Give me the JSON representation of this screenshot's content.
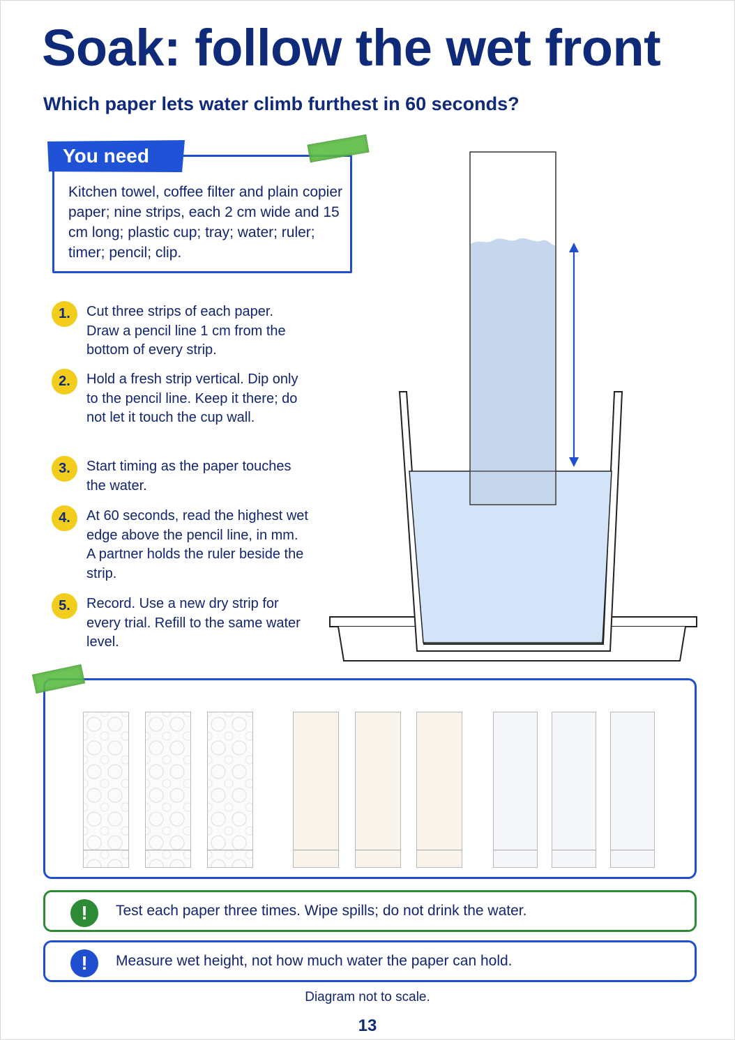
{
  "header": {
    "title": "Soak: follow the wet front",
    "subtitle": "Which paper lets water climb furthest in 60 seconds?"
  },
  "you_need": {
    "heading": "You need",
    "text": "Kitchen towel, coffee filter and plain copier paper; nine strips, each 2 cm wide and 15 cm long; plastic cup; tray; water; ruler; timer; pencil; clip."
  },
  "steps": [
    {
      "number": "1.",
      "text": "Cut three strips of each paper. Draw a pencil line 1 cm from the bottom of every strip."
    },
    {
      "number": "2.",
      "text": "Hold a fresh strip vertical. Dip only to the pencil line. Keep it there; do not let it touch the cup wall."
    },
    {
      "number": "3.",
      "text": "Start timing as the paper touches the water."
    },
    {
      "number": "4.",
      "text": "At 60 seconds, read the highest wet edge above the pencil line, in mm. A partner holds the ruler beside the strip."
    },
    {
      "number": "5.",
      "text": "Record. Use a new dry strip for every trial. Refill to the same water level."
    }
  ],
  "strips": [
    {
      "paper": "kitchen-towel",
      "color": "#fbfbfb",
      "pattern": "swirl"
    },
    {
      "paper": "kitchen-towel",
      "color": "#fbfbfb",
      "pattern": "swirl"
    },
    {
      "paper": "kitchen-towel",
      "color": "#fbfbfb",
      "pattern": "swirl"
    },
    {
      "paper": "coffee-filter",
      "color": "#f8f4ec",
      "pattern": "plain"
    },
    {
      "paper": "coffee-filter",
      "color": "#f8f4ec",
      "pattern": "plain"
    },
    {
      "paper": "coffee-filter",
      "color": "#f8f4ec",
      "pattern": "plain"
    },
    {
      "paper": "copier-paper",
      "color": "#f6f7fb",
      "pattern": "plain"
    },
    {
      "paper": "copier-paper",
      "color": "#f6f7fb",
      "pattern": "plain"
    },
    {
      "paper": "copier-paper",
      "color": "#f6f7fb",
      "pattern": "plain"
    }
  ],
  "notes": {
    "safety_icon": "exclamation-icon",
    "safety": "Test each paper three times. Wipe spills; do not drink the water.",
    "measure_icon": "exclamation-icon",
    "measure": "Measure wet height, not how much water the paper can hold."
  },
  "footnote": "Diagram not to scale.",
  "page_number": "13",
  "colors": {
    "title": "#102a7a",
    "accent_blue": "#1f4fd0",
    "step_badge": "#f2cd1c",
    "tape_green": "#5cbd44",
    "safety_green": "#2e8b35",
    "water": "#d3e4f9",
    "wet_paper": "#c6d6ec"
  }
}
